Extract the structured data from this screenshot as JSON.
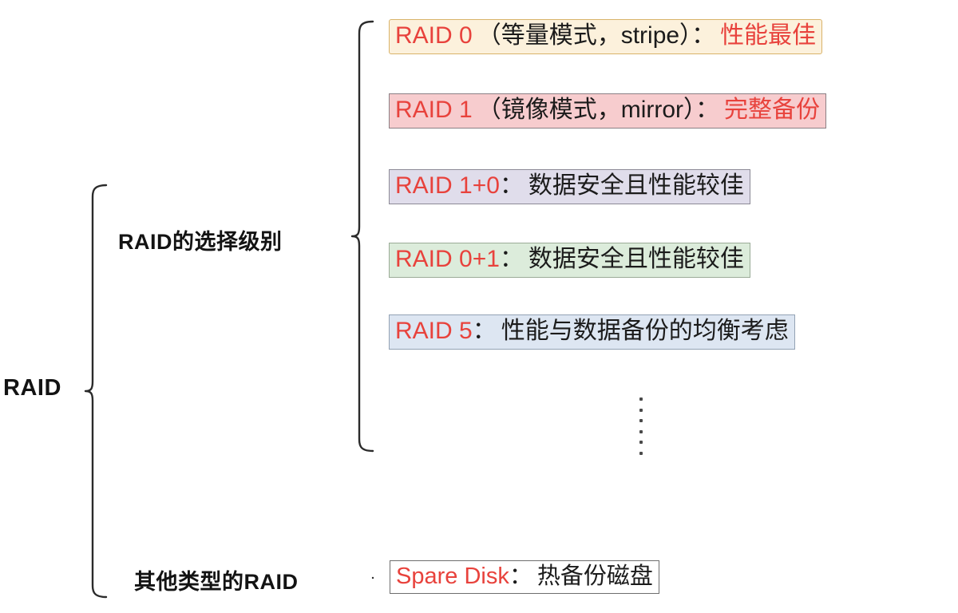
{
  "diagram": {
    "type": "bracket-mindmap",
    "root": {
      "label": "RAID"
    },
    "branches": [
      {
        "id": "levels",
        "label": "RAID的选择级别",
        "items": [
          {
            "id": "raid0",
            "code": "RAID 0",
            "detail": "（等量模式，stripe）",
            "separator": "：",
            "highlight": "性能最佳",
            "bg_color": "#fcf1dc",
            "border_color": "#d9b36a",
            "code_color": "#e8423c",
            "highlight_color": "#e8423c"
          },
          {
            "id": "raid1",
            "code": "RAID 1",
            "detail": "（镜像模式，mirror）",
            "separator": "：",
            "highlight": "完整备份",
            "bg_color": "#f7ccce",
            "border_color": "#8c7f84",
            "code_color": "#e8423c",
            "highlight_color": "#e8423c"
          },
          {
            "id": "raid10",
            "code": "RAID 1+0",
            "detail": "",
            "separator": "：",
            "highlight": "数据安全且性能较佳",
            "bg_color": "#e0ddeb",
            "border_color": "#8c8a96",
            "code_color": "#e8423c",
            "highlight_color": "#1b1b1b"
          },
          {
            "id": "raid01",
            "code": "RAID 0+1",
            "detail": "",
            "separator": "：",
            "highlight": "数据安全且性能较佳",
            "bg_color": "#dcecdb",
            "border_color": "#9aab97",
            "code_color": "#e8423c",
            "highlight_color": "#1b1b1b"
          },
          {
            "id": "raid5",
            "code": "RAID 5",
            "detail": "",
            "separator": "：",
            "highlight": "性能与数据备份的均衡考虑",
            "bg_color": "#dde6f2",
            "border_color": "#93a2b4",
            "code_color": "#e8423c",
            "highlight_color": "#1b1b1b"
          }
        ],
        "continuation": "⋮"
      },
      {
        "id": "others",
        "label": "其他类型的RAID",
        "items": [
          {
            "id": "spare-disk",
            "code": "Spare Disk",
            "detail": "",
            "separator": "：",
            "highlight": "热备份磁盘",
            "bg_color": "#ffffff",
            "border_color": "#6e6e6e",
            "code_color": "#e8423c",
            "highlight_color": "#1b1b1b"
          }
        ]
      }
    ]
  }
}
